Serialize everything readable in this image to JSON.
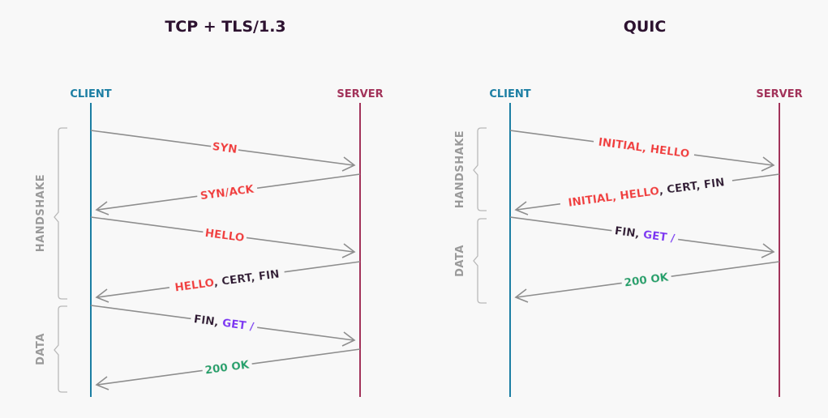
{
  "colors": {
    "client": "#1b7ea3",
    "server": "#a2335a",
    "red": "#f03a3a",
    "dark": "#2d1230",
    "purple": "#7b2ff2",
    "green": "#1aa06a",
    "gray": "#8e8e8e"
  },
  "panels": [
    {
      "title": "TCP + TLS/1.3",
      "client_label": "CLIENT",
      "server_label": "SERVER",
      "phases": [
        {
          "label": "HANDSHAKE"
        },
        {
          "label": "DATA"
        }
      ],
      "messages": [
        {
          "dir": "to-server",
          "parts": [
            {
              "text": "SYN",
              "color": "red"
            }
          ]
        },
        {
          "dir": "to-client",
          "parts": [
            {
              "text": "SYN/ACK",
              "color": "red"
            }
          ]
        },
        {
          "dir": "to-server",
          "parts": [
            {
              "text": "HELLO",
              "color": "red"
            }
          ]
        },
        {
          "dir": "to-client",
          "parts": [
            {
              "text": "HELLO",
              "color": "red"
            },
            {
              "text": ", CERT, FIN",
              "color": "dark"
            }
          ]
        },
        {
          "dir": "to-server",
          "parts": [
            {
              "text": "FIN, ",
              "color": "dark"
            },
            {
              "text": "GET /",
              "color": "purple"
            }
          ]
        },
        {
          "dir": "to-client",
          "parts": [
            {
              "text": "200 OK",
              "color": "green"
            }
          ]
        }
      ]
    },
    {
      "title": "QUIC",
      "client_label": "CLIENT",
      "server_label": "SERVER",
      "phases": [
        {
          "label": "HANDSHAKE"
        },
        {
          "label": "DATA"
        }
      ],
      "messages": [
        {
          "dir": "to-server",
          "parts": [
            {
              "text": "INITIAL, HELLO",
              "color": "red"
            }
          ]
        },
        {
          "dir": "to-client",
          "parts": [
            {
              "text": "INITIAL, HELLO",
              "color": "red"
            },
            {
              "text": ", CERT, FIN",
              "color": "dark"
            }
          ]
        },
        {
          "dir": "to-server",
          "parts": [
            {
              "text": "FIN, ",
              "color": "dark"
            },
            {
              "text": "GET /",
              "color": "purple"
            }
          ]
        },
        {
          "dir": "to-client",
          "parts": [
            {
              "text": "200 OK",
              "color": "green"
            }
          ]
        }
      ]
    }
  ]
}
